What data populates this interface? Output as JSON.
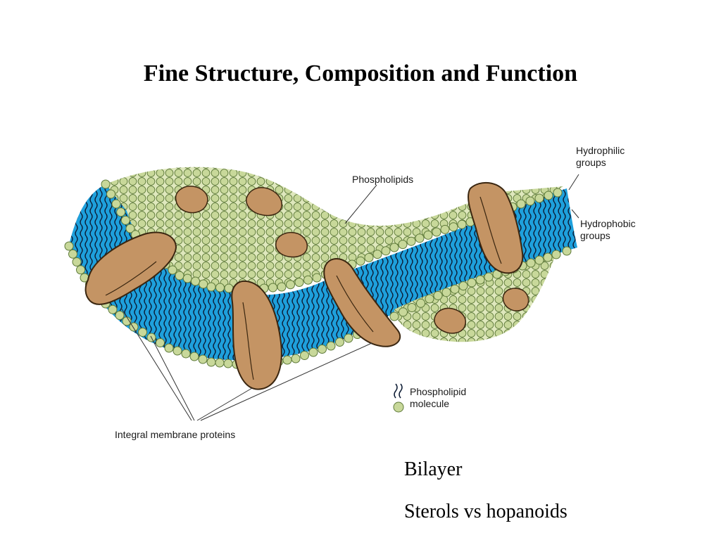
{
  "slide": {
    "title": "Fine Structure, Composition and Function",
    "bullets": [
      "Bilayer",
      "Sterols vs hopanoids"
    ]
  },
  "diagram": {
    "labels": {
      "phospholipids": "Phospholipids",
      "hydrophilic_line1": "Hydrophilic",
      "hydrophilic_line2": "groups",
      "hydrophobic_line1": "Hydrophobic",
      "hydrophobic_line2": "groups",
      "molecule_line1": "Phospholipid",
      "molecule_line2": "molecule",
      "integral_proteins": "Integral membrane proteins"
    },
    "colors": {
      "head": "#c8d89a",
      "head_stroke": "#5e7a3a",
      "core": "#1ea0dc",
      "tail": "#0b1a33",
      "protein": "#c49464",
      "protein_stroke": "#3a2610"
    }
  }
}
